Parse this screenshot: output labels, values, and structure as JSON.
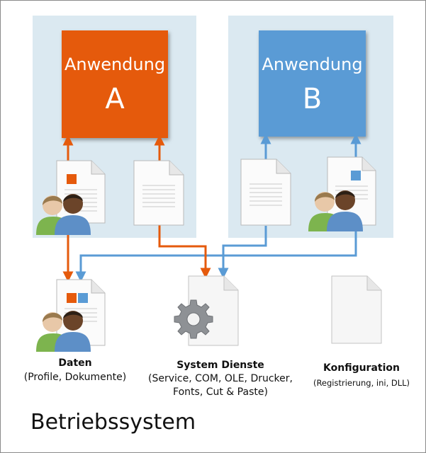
{
  "app_a": {
    "word": "Anwendung",
    "letter": "A",
    "color": "#e55a0c"
  },
  "app_b": {
    "word": "Anwendung",
    "letter": "B",
    "color": "#5a9bd5"
  },
  "daten": {
    "title": "Daten",
    "subtitle": "(Profile, Dokumente)"
  },
  "system_dienste": {
    "title": "System Dienste",
    "subtitle": "(Service, COM, OLE, Drucker, Fonts, Cut & Paste)"
  },
  "konfiguration": {
    "title": "Konfiguration",
    "subtitle": "(Registrierung, ini, DLL)"
  },
  "os_title": "Betriebssystem",
  "colors": {
    "orange": "#e55a0c",
    "blue": "#5a9bd5",
    "panel": "#dbe9f1"
  },
  "icons": [
    "document-icon",
    "users-icon",
    "gear-icon"
  ]
}
